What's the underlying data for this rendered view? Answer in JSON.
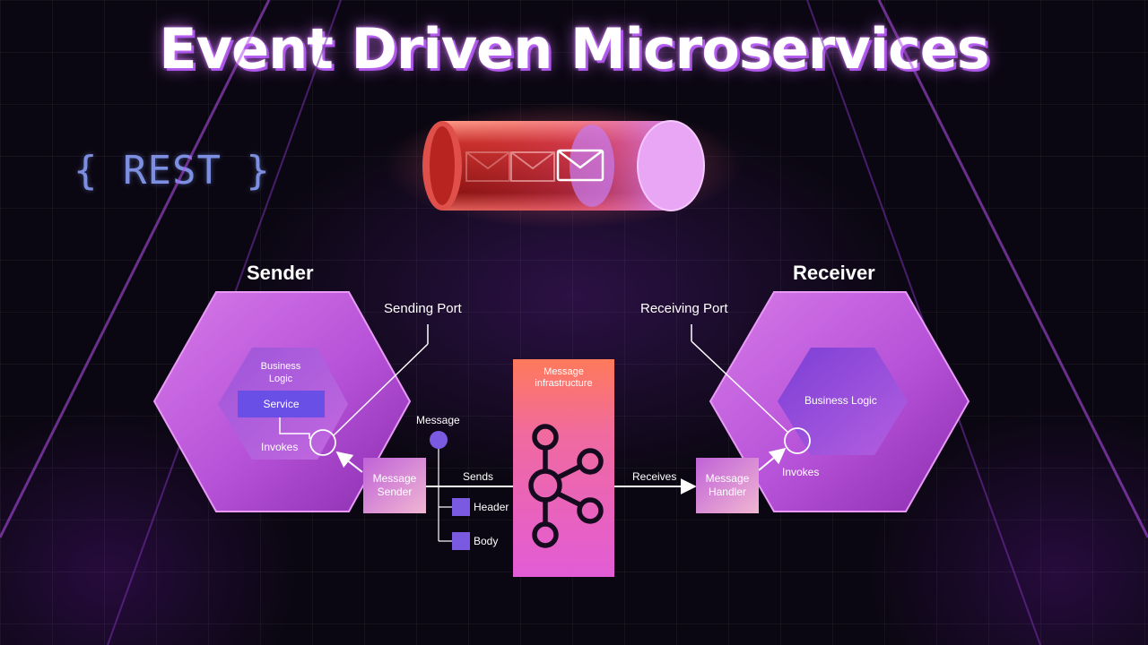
{
  "title": "Event Driven Microservices",
  "rest_label": "{ REST }",
  "sender": {
    "heading": "Sender",
    "business_logic": "Business\nLogic",
    "service": "Service",
    "invokes": "Invokes",
    "port_label": "Sending Port",
    "message_sender": "Message\nSender"
  },
  "receiver": {
    "heading": "Receiver",
    "business_logic": "Business Logic",
    "invokes": "Invokes",
    "port_label": "Receiving Port",
    "message_handler": "Message\nHandler"
  },
  "message": {
    "label": "Message",
    "header": "Header",
    "body": "Body"
  },
  "infrastructure": {
    "label": "Message\ninfrastructure"
  },
  "edges": {
    "sends": "Sends",
    "receives": "Receives"
  },
  "icons": {
    "pipe": "message-pipe-icon",
    "envelope": "envelope-icon",
    "broker": "kafka-broker-icon"
  },
  "colors": {
    "accent_purple": "#c560e6",
    "hex_outer": "#b44fd6",
    "infra_top": "#ff7a5a",
    "infra_bottom": "#e25cd6",
    "service_blue": "#6a4fe6"
  }
}
